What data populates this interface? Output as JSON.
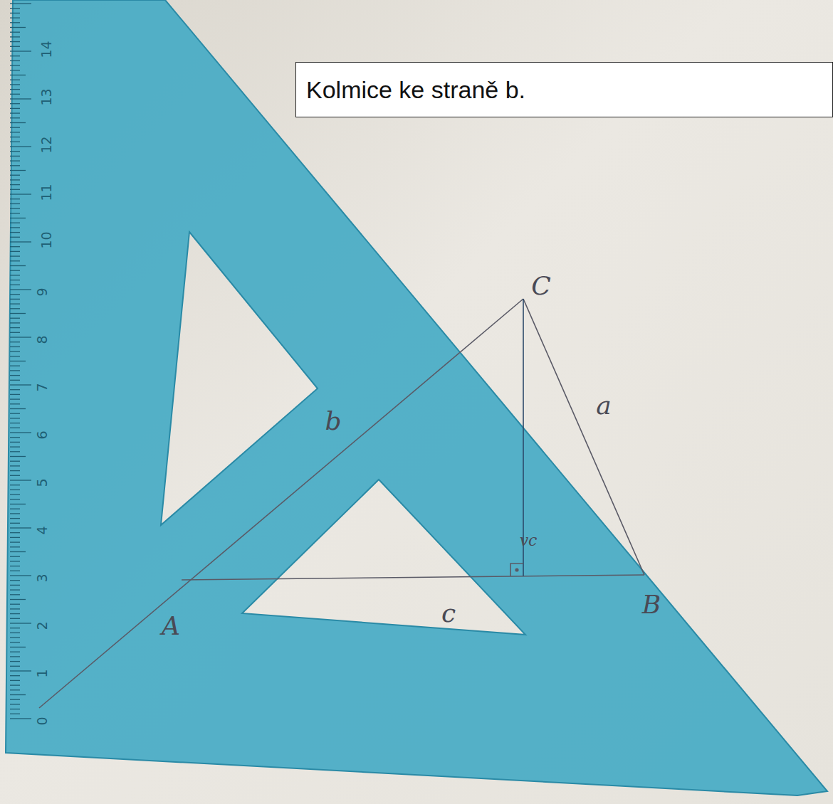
{
  "diagram": {
    "nodes": [
      {
        "text": [
          "Kolmice ke straně b."
        ]
      }
    ],
    "labels": [
      "C",
      "a",
      "b",
      "vc",
      "c",
      "A",
      "B",
      "0",
      "1",
      "2",
      "3",
      "4",
      "5",
      "6",
      "7",
      "8",
      "9",
      "10",
      "11",
      "12",
      "13",
      "14"
    ]
  }
}
